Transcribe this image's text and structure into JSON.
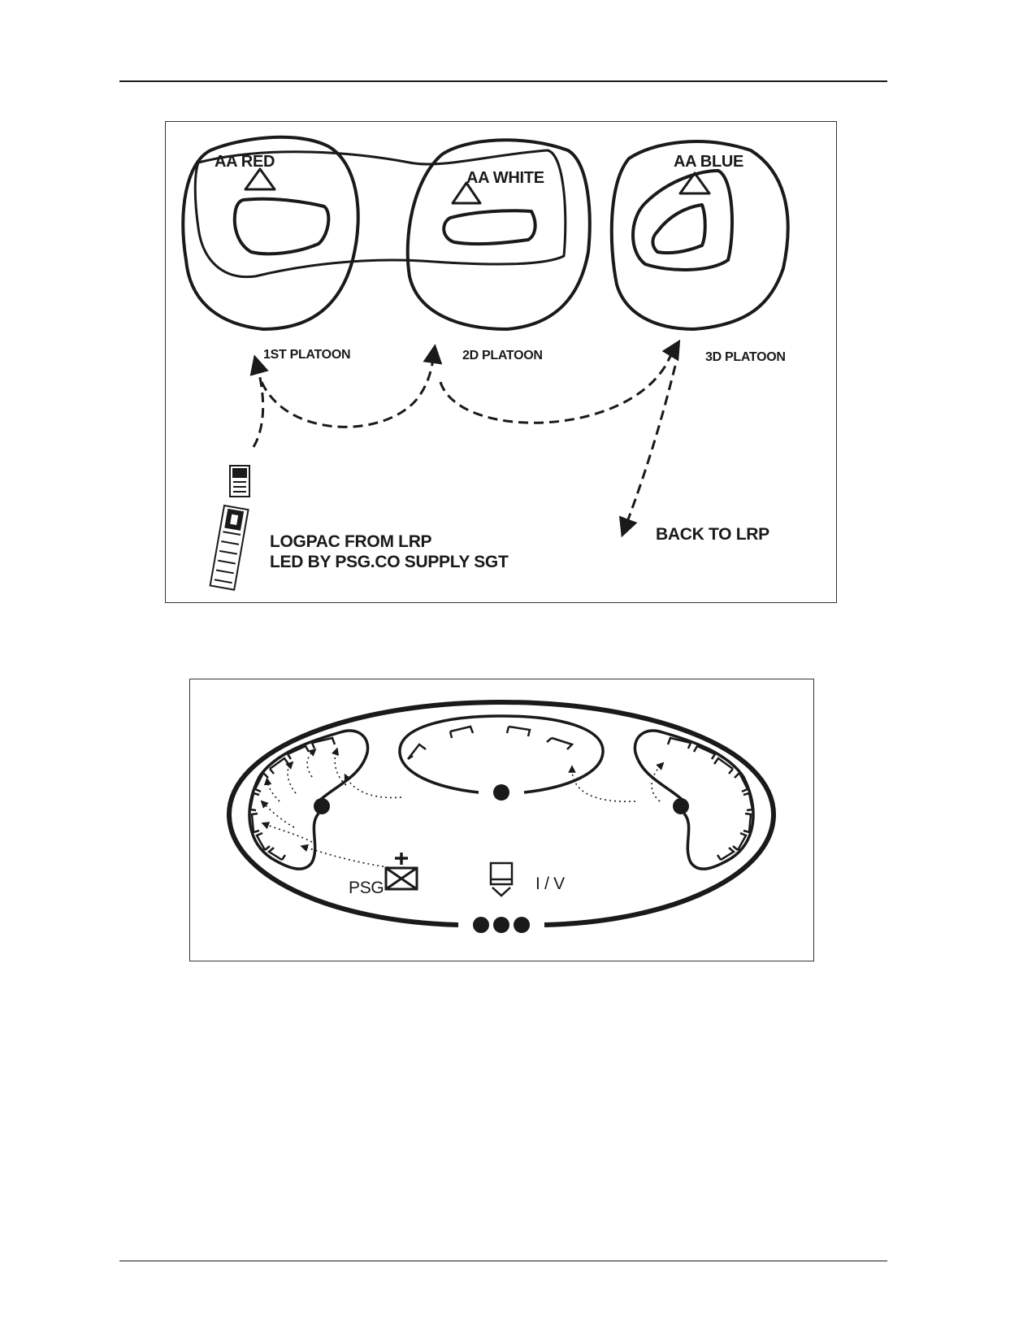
{
  "figure1": {
    "areas": {
      "red": "AA RED",
      "white": "AA WHITE",
      "blue": "AA BLUE"
    },
    "platoons": {
      "first": "1ST PLATOON",
      "second": "2D PLATOON",
      "third": "3D PLATOON"
    },
    "logpac_line1": "LOGPAC FROM LRP",
    "logpac_line2": "LED BY PSG.CO SUPPLY SGT",
    "back_label": "BACK TO LRP"
  },
  "figure2": {
    "psg_label": "PSG",
    "iv_label": "I / V"
  }
}
